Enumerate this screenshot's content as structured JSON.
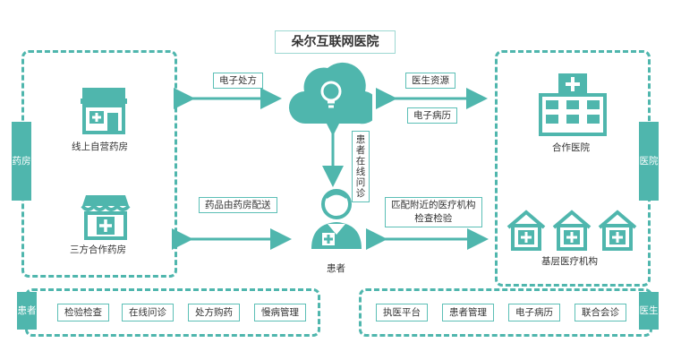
{
  "title": "朵尔互联网医院",
  "colors": {
    "accent": "#4fb6ad",
    "border": "#5cbfb6",
    "text": "#333333"
  },
  "pharmacy": {
    "side_tab": "药房",
    "own": {
      "label": "线上自营药房",
      "icon": "store-plus-icon"
    },
    "partner": {
      "label": "三方合作药房",
      "icon": "store-plus-icon"
    }
  },
  "hospital_side": {
    "side_tab": "医院",
    "partner": {
      "label": "合作医院",
      "icon": "hospital-building-icon"
    },
    "grassroots": {
      "label": "基层医疗机构",
      "icon": "clinic-house-icon"
    }
  },
  "center": {
    "cloud_icon": "cloud-lightbulb-icon",
    "patient": {
      "label": "患者",
      "icon": "patient-icon"
    }
  },
  "flows": {
    "e_prescription": "电子处方",
    "doctor_resources": "医生资源",
    "emr": "电子病历",
    "online_consult": "患者在线问诊",
    "drug_delivery": "药品由药房配送",
    "nearby_exam_1": "匹配附近的医疗机构",
    "nearby_exam_2": "检查检验"
  },
  "bottom_patient": {
    "tab": "患者",
    "items": [
      "检验检查",
      "在线问诊",
      "处方购药",
      "慢病管理"
    ]
  },
  "bottom_doctor": {
    "tab": "医生",
    "items": [
      "执医平台",
      "患者管理",
      "电子病历",
      "联合会诊"
    ]
  }
}
